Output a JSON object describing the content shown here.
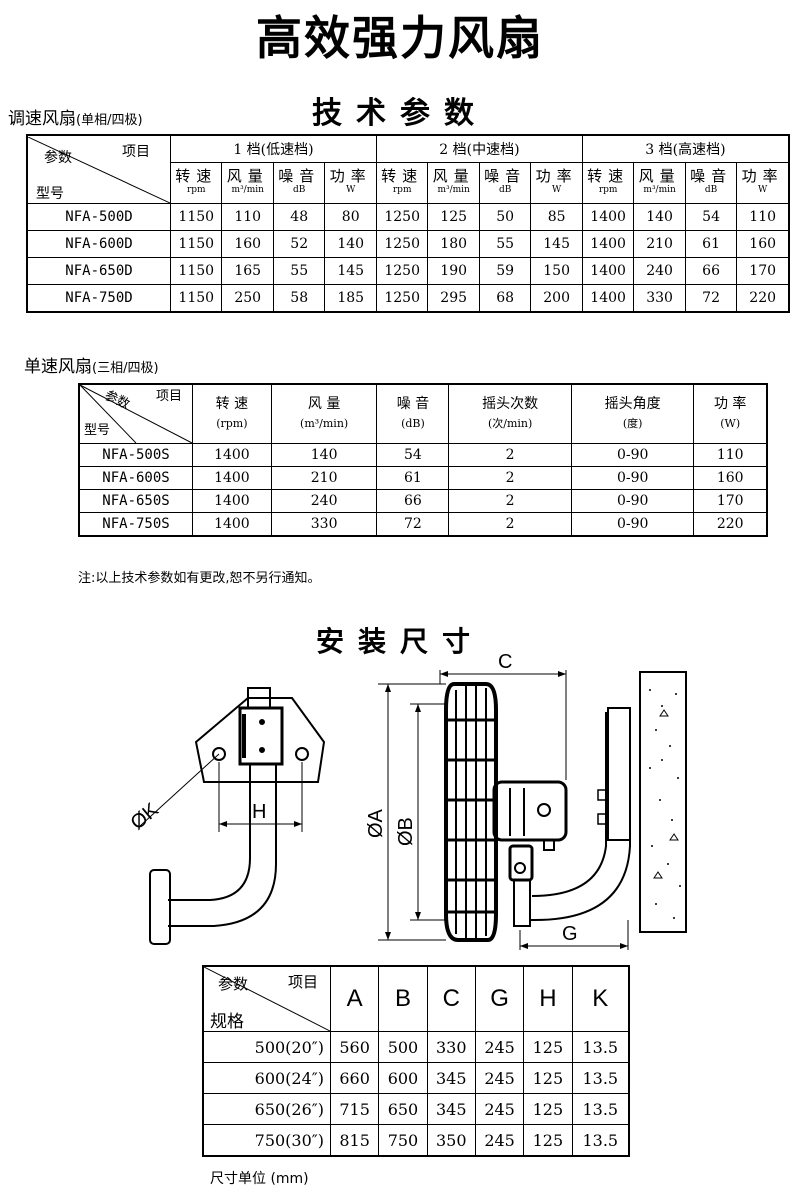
{
  "title": "高效强力风扇",
  "spec_heading": "技术参数",
  "table1": {
    "caption": "调速风扇",
    "caption_sub": "(单相/四极)",
    "corner": {
      "param": "参数",
      "item": "项目",
      "model": "型号"
    },
    "groups": [
      "1 档(低速档)",
      "2 档(中速档)",
      "3 档(高速档)"
    ],
    "sub_headers": [
      {
        "top": "转速",
        "unit": "rpm"
      },
      {
        "top": "风量",
        "unit": "m³/min"
      },
      {
        "top": "噪音",
        "unit": "dB"
      },
      {
        "top": "功率",
        "unit": "W"
      }
    ],
    "rows": [
      {
        "model": "NFA-500D",
        "cells": [
          "1150",
          "110",
          "48",
          "80",
          "1250",
          "125",
          "50",
          "85",
          "1400",
          "140",
          "54",
          "110"
        ]
      },
      {
        "model": "NFA-600D",
        "cells": [
          "1150",
          "160",
          "52",
          "140",
          "1250",
          "180",
          "55",
          "145",
          "1400",
          "210",
          "61",
          "160"
        ]
      },
      {
        "model": "NFA-650D",
        "cells": [
          "1150",
          "165",
          "55",
          "145",
          "1250",
          "190",
          "59",
          "150",
          "1400",
          "240",
          "66",
          "170"
        ]
      },
      {
        "model": "NFA-750D",
        "cells": [
          "1150",
          "250",
          "58",
          "185",
          "1250",
          "295",
          "68",
          "200",
          "1400",
          "330",
          "72",
          "220"
        ]
      }
    ]
  },
  "table2": {
    "caption": "单速风扇",
    "caption_sub": "(三相/四极)",
    "corner": {
      "param": "参数",
      "item": "项目",
      "model": "型号"
    },
    "headers": [
      {
        "top": "转 速",
        "unit": "(rpm)"
      },
      {
        "top": "风 量",
        "unit": "(m³/min)"
      },
      {
        "top": "噪 音",
        "unit": "(dB)"
      },
      {
        "top": "摇头次数",
        "unit": "(次/min)"
      },
      {
        "top": "摇头角度",
        "unit": "(度)"
      },
      {
        "top": "功 率",
        "unit": "(W)"
      }
    ],
    "rows": [
      {
        "model": "NFA-500S",
        "cells": [
          "1400",
          "140",
          "54",
          "2",
          "0-90",
          "110"
        ]
      },
      {
        "model": "NFA-600S",
        "cells": [
          "1400",
          "210",
          "61",
          "2",
          "0-90",
          "160"
        ]
      },
      {
        "model": "NFA-650S",
        "cells": [
          "1400",
          "240",
          "66",
          "2",
          "0-90",
          "170"
        ]
      },
      {
        "model": "NFA-750S",
        "cells": [
          "1400",
          "330",
          "72",
          "2",
          "0-90",
          "220"
        ]
      }
    ]
  },
  "note": "注:以上技术参数如有更改,恕不另行通知。",
  "install_heading": "安装尺寸",
  "drawing_labels": {
    "phi_k": "ØK",
    "h": "H",
    "c": "C",
    "phi_a": "ØA",
    "phi_b": "ØB",
    "g": "G"
  },
  "table3": {
    "corner": {
      "param": "参数",
      "item": "项目",
      "model": "规格"
    },
    "headers": [
      "A",
      "B",
      "C",
      "G",
      "H",
      "K"
    ],
    "rows": [
      {
        "model": "500(20″)",
        "cells": [
          "560",
          "500",
          "330",
          "245",
          "125",
          "13.5"
        ]
      },
      {
        "model": "600(24″)",
        "cells": [
          "660",
          "600",
          "345",
          "245",
          "125",
          "13.5"
        ]
      },
      {
        "model": "650(26″)",
        "cells": [
          "715",
          "650",
          "345",
          "245",
          "125",
          "13.5"
        ]
      },
      {
        "model": "750(30″)",
        "cells": [
          "815",
          "750",
          "350",
          "245",
          "125",
          "13.5"
        ]
      }
    ]
  },
  "unit_note": "尺寸单位 (mm)"
}
